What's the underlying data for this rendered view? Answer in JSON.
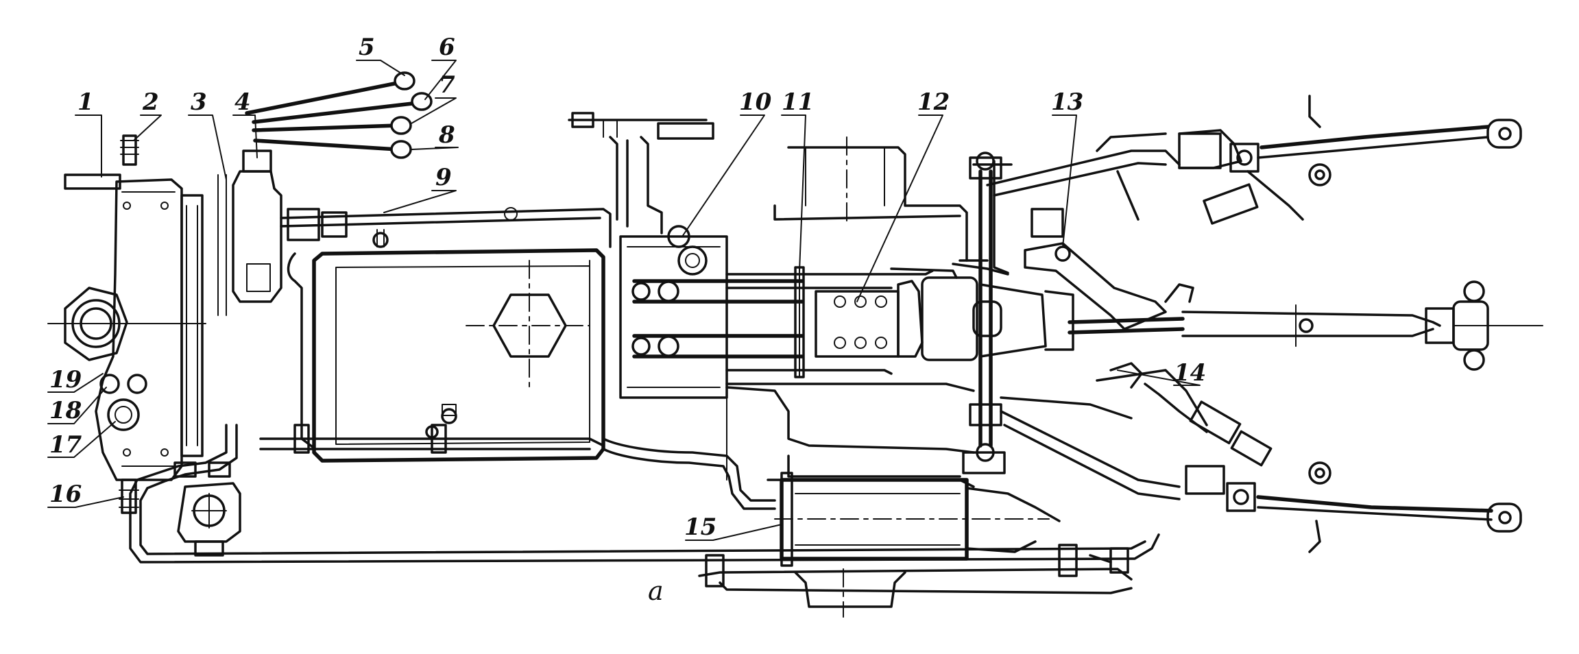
{
  "callouts": [
    {
      "id": "1",
      "label": "1"
    },
    {
      "id": "2",
      "label": "2"
    },
    {
      "id": "3",
      "label": "3"
    },
    {
      "id": "4",
      "label": "4"
    },
    {
      "id": "5",
      "label": "5"
    },
    {
      "id": "6",
      "label": "6"
    },
    {
      "id": "7",
      "label": "7"
    },
    {
      "id": "8",
      "label": "8"
    },
    {
      "id": "9",
      "label": "9"
    },
    {
      "id": "10",
      "label": "10"
    },
    {
      "id": "11",
      "label": "11"
    },
    {
      "id": "12",
      "label": "12"
    },
    {
      "id": "13",
      "label": "13"
    },
    {
      "id": "14",
      "label": "14"
    },
    {
      "id": "15",
      "label": "15"
    },
    {
      "id": "16",
      "label": "16"
    },
    {
      "id": "17",
      "label": "17"
    },
    {
      "id": "18",
      "label": "18"
    },
    {
      "id": "19",
      "label": "19"
    }
  ],
  "view_letter": "a"
}
